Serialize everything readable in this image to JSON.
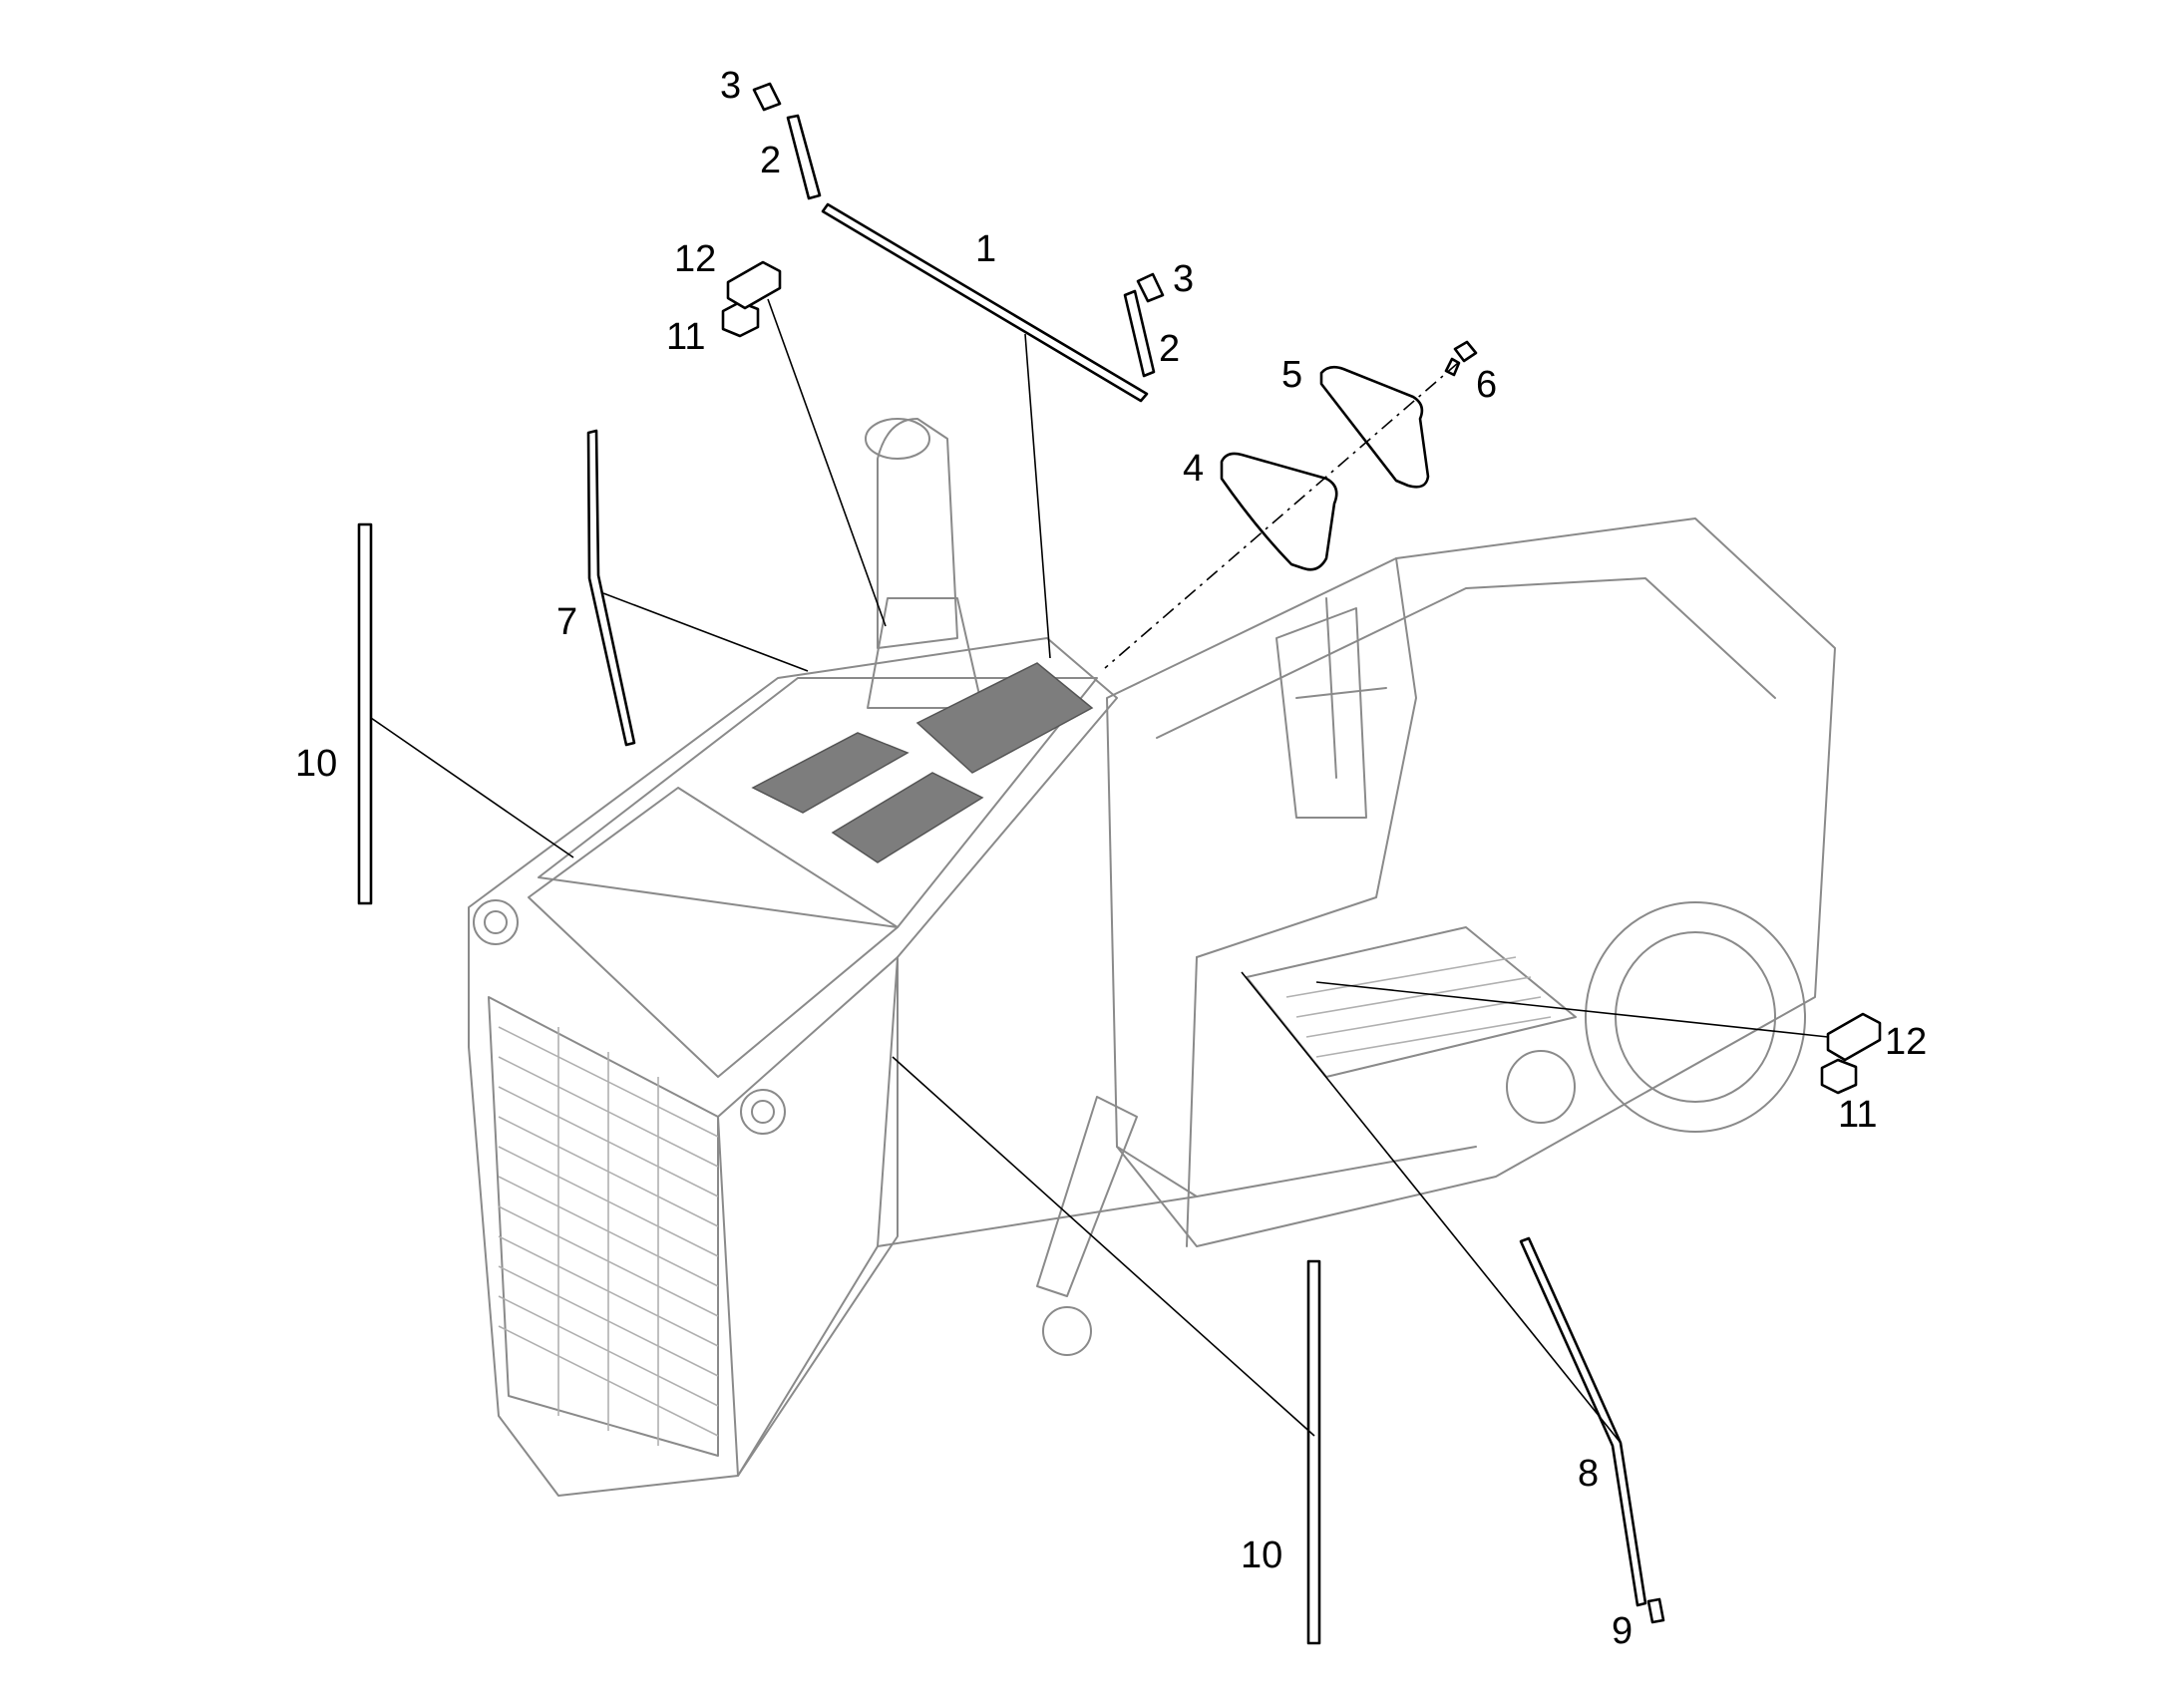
{
  "diagram": {
    "callouts": [
      {
        "id": "c1",
        "label": "1"
      },
      {
        "id": "c2a",
        "label": "2"
      },
      {
        "id": "c2b",
        "label": "2"
      },
      {
        "id": "c3a",
        "label": "3"
      },
      {
        "id": "c3b",
        "label": "3"
      },
      {
        "id": "c4",
        "label": "4"
      },
      {
        "id": "c5",
        "label": "5"
      },
      {
        "id": "c6",
        "label": "6"
      },
      {
        "id": "c7",
        "label": "7"
      },
      {
        "id": "c8",
        "label": "8"
      },
      {
        "id": "c9",
        "label": "9"
      },
      {
        "id": "c10a",
        "label": "10"
      },
      {
        "id": "c10b",
        "label": "10"
      },
      {
        "id": "c11a",
        "label": "11"
      },
      {
        "id": "c11b",
        "label": "11"
      },
      {
        "id": "c12a",
        "label": "12"
      },
      {
        "id": "c12b",
        "label": "12"
      }
    ],
    "colors": {
      "parts": "#000000",
      "machine_outline": "#8a8a8a",
      "insulation_pads": "#7d7d7d",
      "background": "#ffffff"
    }
  }
}
